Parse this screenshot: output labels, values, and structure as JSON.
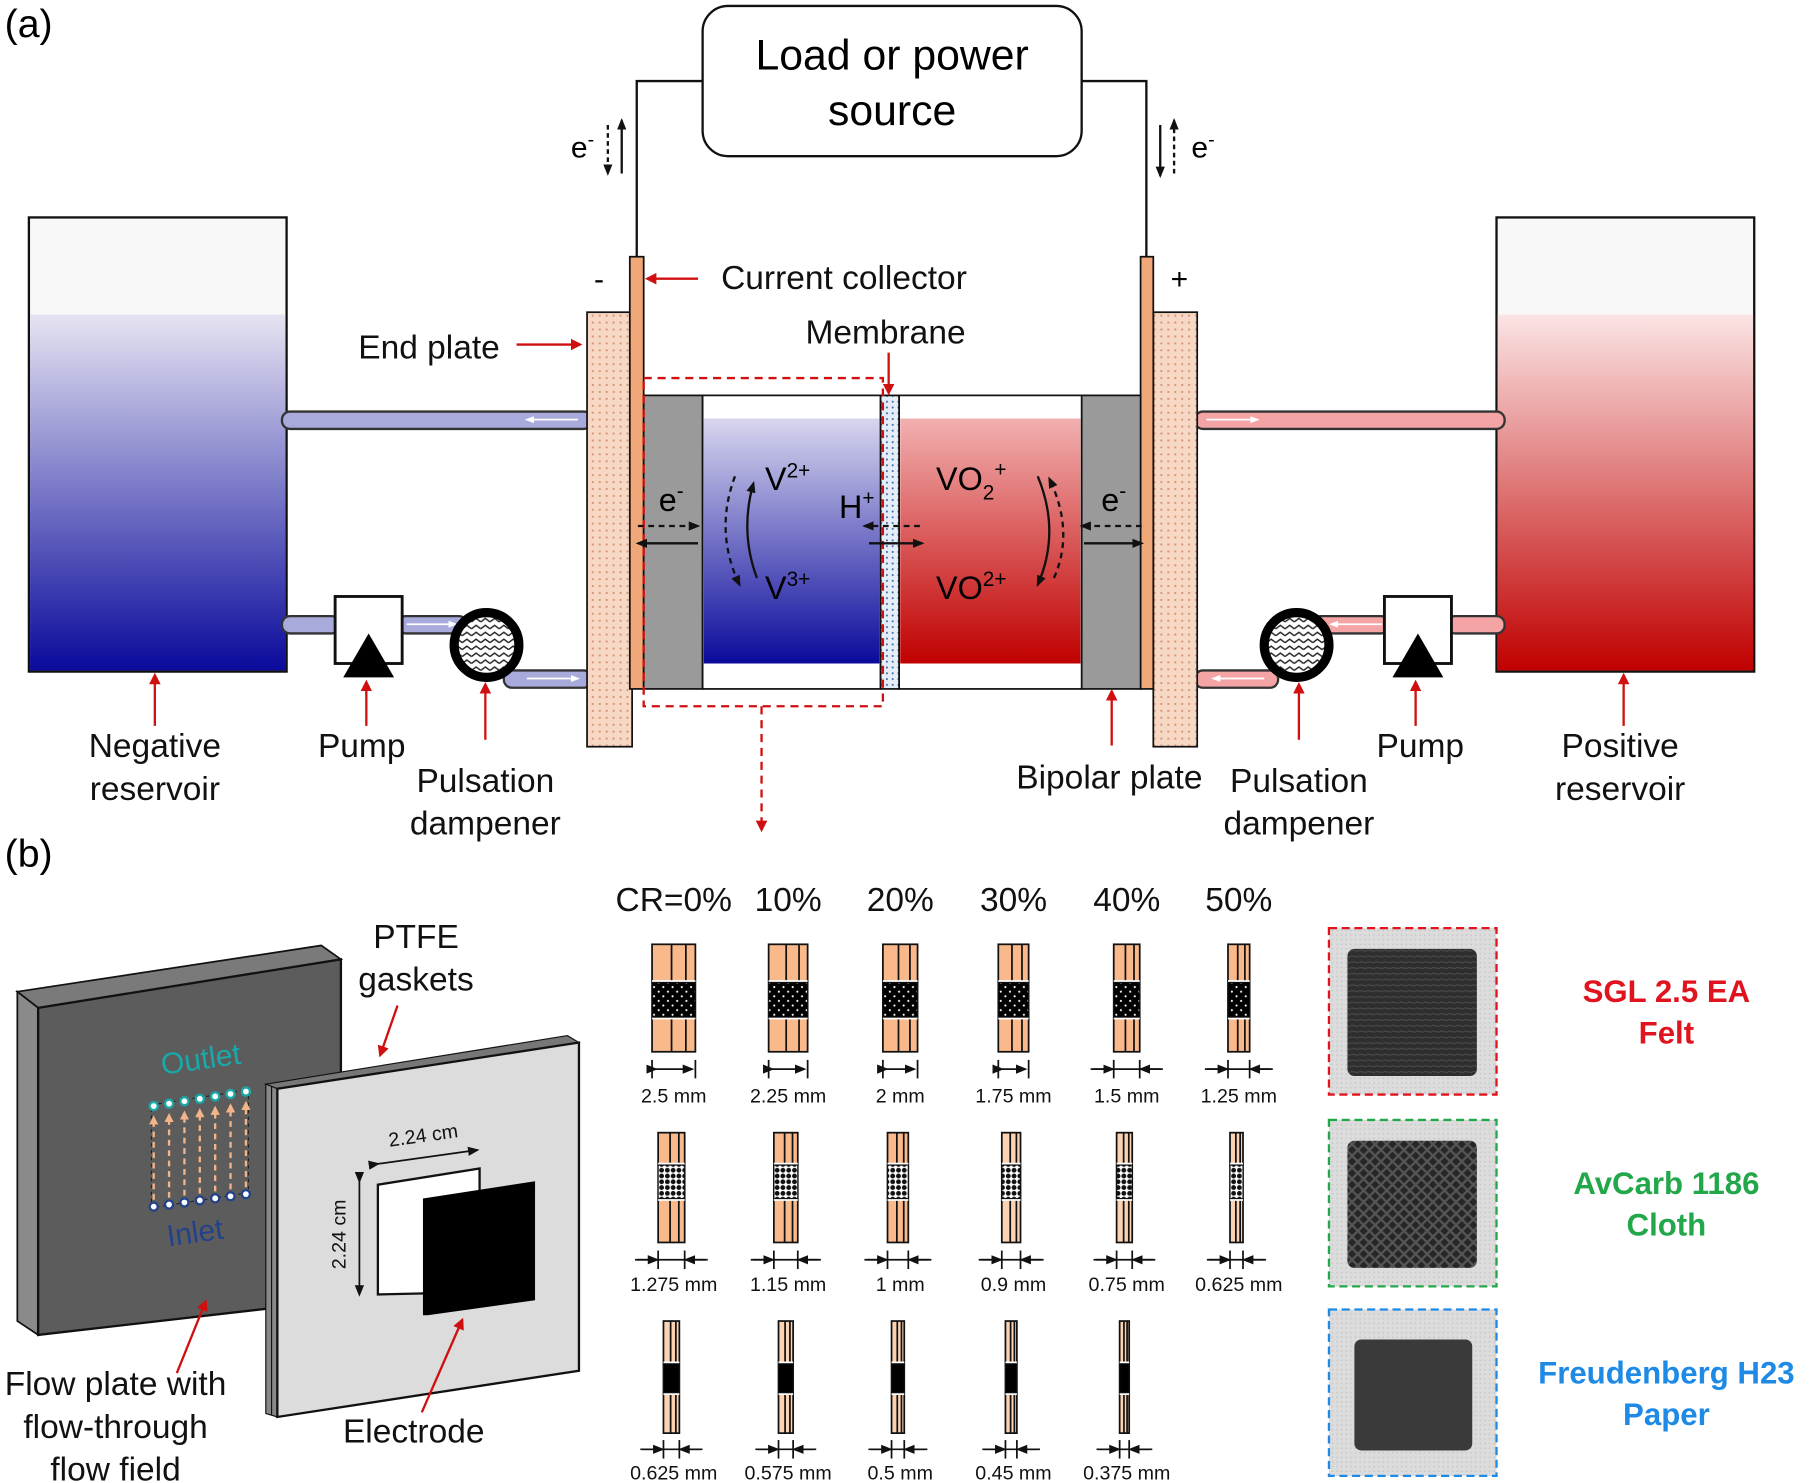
{
  "panel_a": {
    "label": "(a)",
    "load_box": [
      "Load or power",
      "source"
    ],
    "electron": {
      "base": "e",
      "sup": "-"
    },
    "neg_sign": "-",
    "pos_sign": "+",
    "current_collector": "Current collector",
    "end_plate": "End plate",
    "membrane": "Membrane",
    "ions": {
      "v2": {
        "base": "V",
        "sup": "2+"
      },
      "v3": {
        "base": "V",
        "sup": "3+"
      },
      "h": {
        "base": "H",
        "sup": "+"
      },
      "vo2plus": {
        "base": "VO",
        "sub": "2",
        "sup": "+"
      },
      "vo2p": {
        "base": "VO",
        "sup": "2+"
      }
    },
    "negative_reservoir": [
      "Negative",
      "reservoir"
    ],
    "positive_reservoir": [
      "Positive",
      "reservoir"
    ],
    "pump": "Pump",
    "pulsation_dampener": [
      "Pulsation",
      "dampener"
    ],
    "bipolar_plate": "Bipolar plate",
    "colors": {
      "negative": "#0a0a9c",
      "positive": "#c00000",
      "collector": "#f0a878",
      "arrow": "#d01010"
    }
  },
  "panel_b": {
    "label": "(b)",
    "ptfe_gaskets": [
      "PTFE",
      "gaskets"
    ],
    "outlet": "Outlet",
    "inlet": "Inlet",
    "dimension": "2.24 cm",
    "flow_plate": [
      "Flow plate with",
      "flow-through",
      "flow field"
    ],
    "electrode": "Electrode",
    "cr_headers": [
      "CR=0%",
      "10%",
      "20%",
      "30%",
      "40%",
      "50%"
    ],
    "rows": [
      {
        "material": "SGL 2.5 EA Felt",
        "thickness": [
          "2.5 mm",
          "2.25 mm",
          "2 mm",
          "1.75 mm",
          "1.5 mm",
          "1.25 mm"
        ],
        "mm": [
          2.5,
          2.25,
          2,
          1.75,
          1.5,
          1.25
        ]
      },
      {
        "material": "AvCarb 1186 Cloth",
        "thickness": [
          "1.275 mm",
          "1.15 mm",
          "1 mm",
          "0.9 mm",
          "0.75 mm",
          "0.625 mm"
        ],
        "mm": [
          1.275,
          1.15,
          1,
          0.9,
          0.75,
          0.625
        ]
      },
      {
        "material": "Freudenberg H23 Paper",
        "thickness": [
          "0.625 mm",
          "0.575 mm",
          "0.5 mm",
          "0.45 mm",
          "0.375 mm"
        ],
        "mm": [
          0.625,
          0.575,
          0.5,
          0.45,
          0.375
        ]
      }
    ],
    "materials": [
      {
        "lines": [
          "SGL 2.5 EA",
          "Felt"
        ],
        "color": "#e0141e"
      },
      {
        "lines": [
          "AvCarb 1186",
          "Cloth"
        ],
        "color": "#22a84a"
      },
      {
        "lines": [
          "Freudenberg H23",
          "Paper"
        ],
        "color": "#1e8ae6"
      }
    ]
  }
}
